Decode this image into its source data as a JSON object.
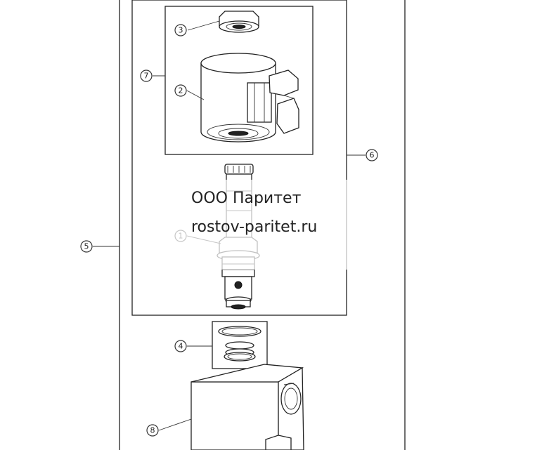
{
  "diagram": {
    "callouts": [
      {
        "id": "callout-3",
        "label": "3"
      },
      {
        "id": "callout-7",
        "label": "7"
      },
      {
        "id": "callout-2",
        "label": "2"
      },
      {
        "id": "callout-6",
        "label": "6"
      },
      {
        "id": "callout-5",
        "label": "5"
      },
      {
        "id": "callout-1",
        "label": "1"
      },
      {
        "id": "callout-4",
        "label": "4"
      },
      {
        "id": "callout-8",
        "label": "8"
      }
    ]
  },
  "watermark": {
    "line1": "ООО Паритет",
    "line2": "rostov-paritet.ru"
  }
}
